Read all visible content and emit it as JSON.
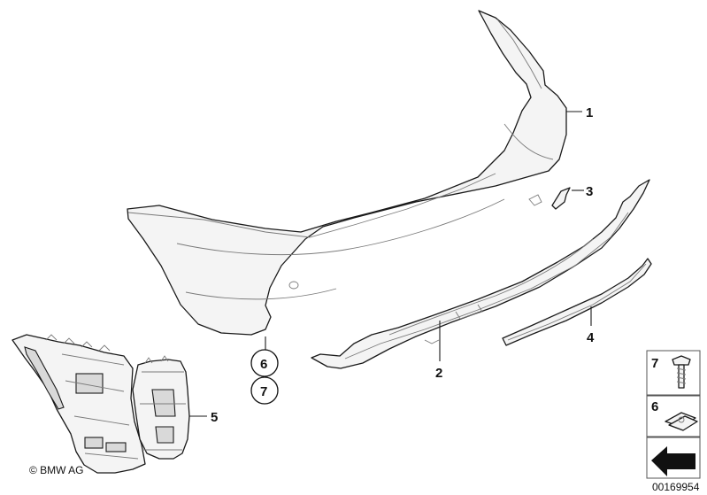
{
  "callouts": {
    "c1": "1",
    "c2": "2",
    "c3": "3",
    "c4": "4",
    "c5": "5",
    "c6_circle": "6",
    "c7_circle": "7",
    "c7_legend": "7",
    "c6_legend": "6"
  },
  "footer": {
    "copyright": "© BMW AG",
    "diagram_number": "00169954"
  }
}
